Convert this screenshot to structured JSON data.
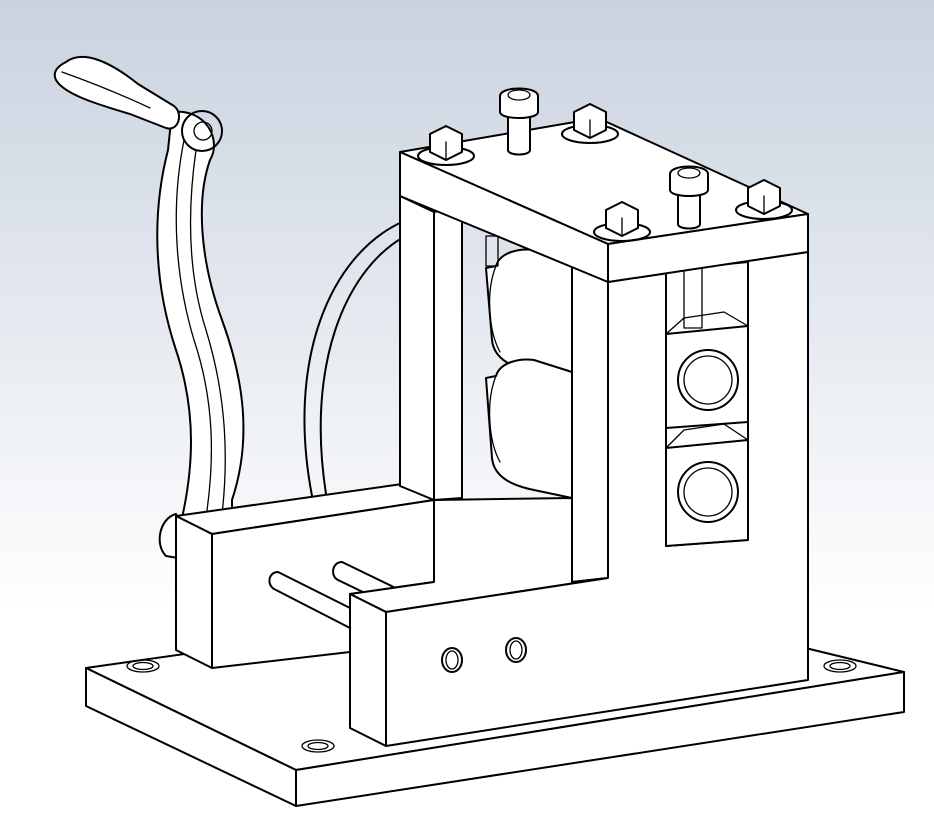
{
  "viewer": {
    "background_top": "#c9d2df",
    "background_bottom": "#ffffff",
    "part_fill": "#ffffff",
    "line_color": "#000000",
    "display_style": "shaded-with-edges"
  },
  "components": [
    {
      "name": "base-plate",
      "mounting_holes": 4
    },
    {
      "name": "side-frame",
      "pin_holes": 2
    },
    {
      "name": "top-plate",
      "hex-bolts": 4,
      "socket-cap-screws": 2
    },
    {
      "name": "upper-roller"
    },
    {
      "name": "lower-roller"
    },
    {
      "name": "bearing-blocks",
      "count": 2
    },
    {
      "name": "crank-arm"
    },
    {
      "name": "crank-handle"
    },
    {
      "name": "guide-pins",
      "count": 2
    },
    {
      "name": "drive-ring"
    }
  ]
}
